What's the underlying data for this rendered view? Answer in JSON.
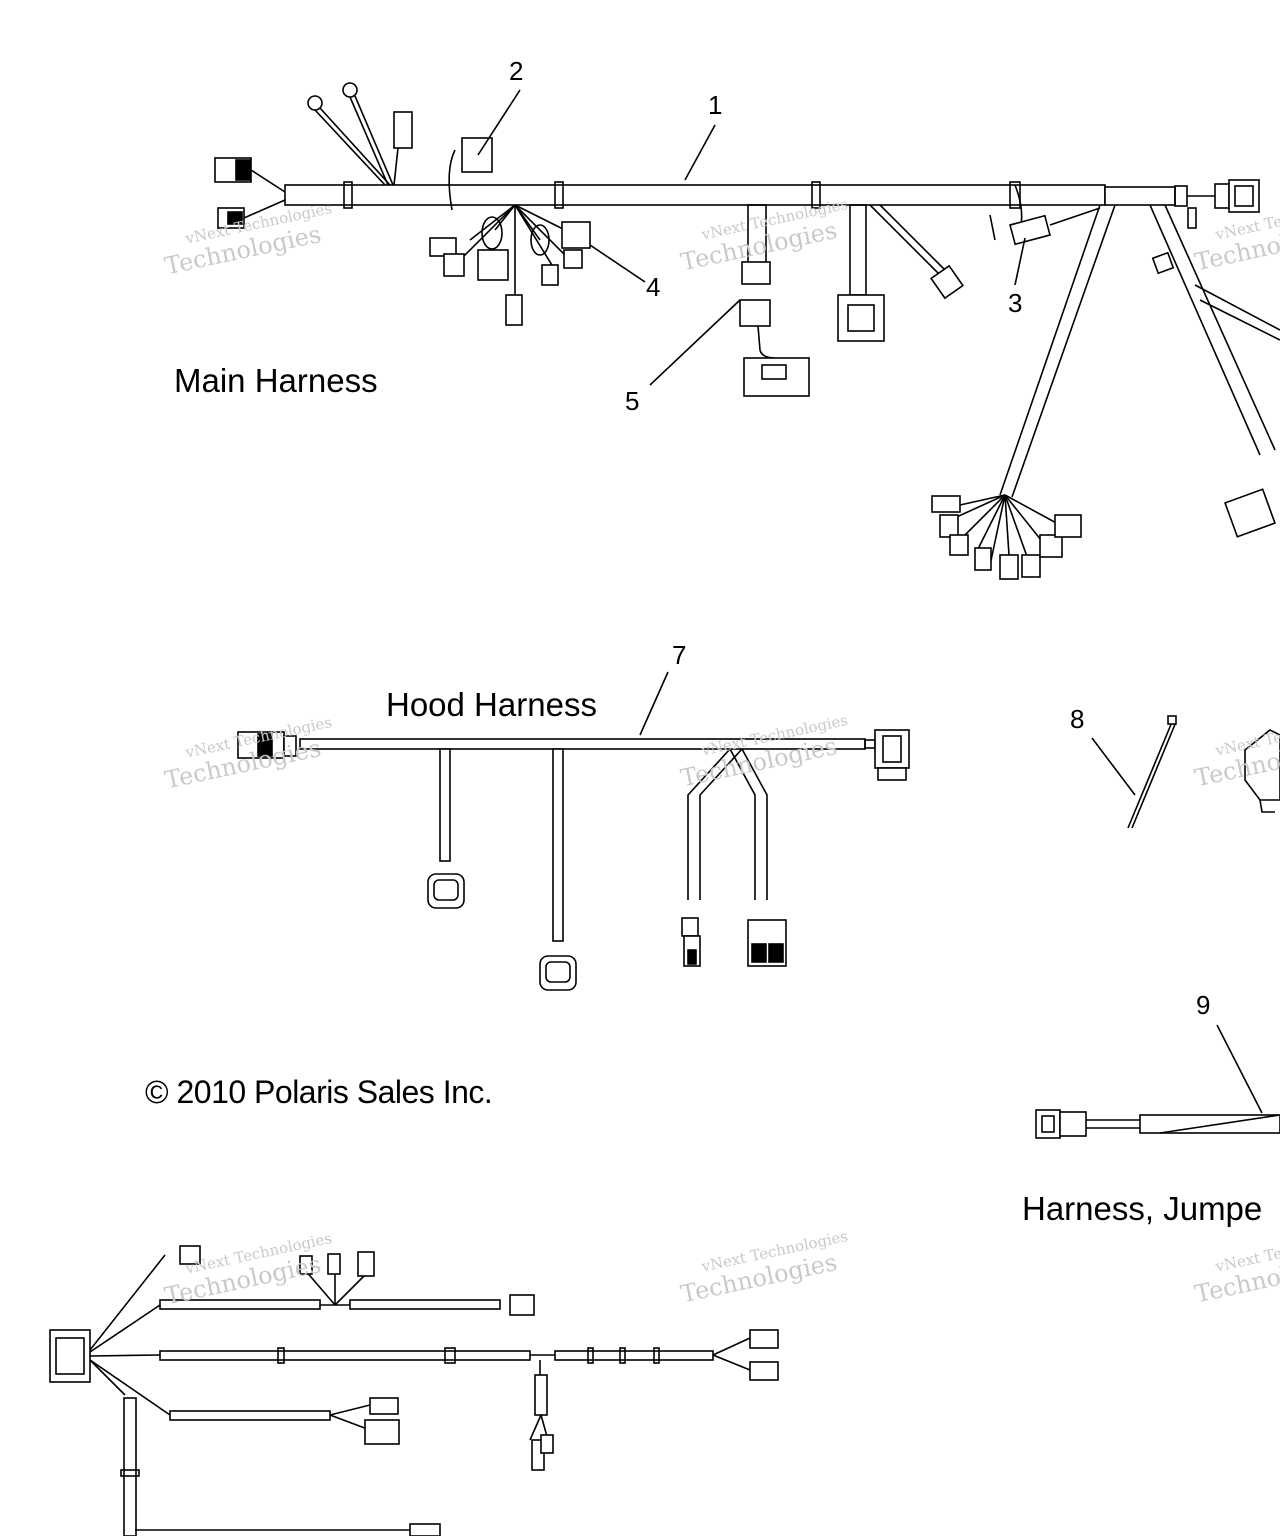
{
  "callouts": {
    "c1": "1",
    "c2": "2",
    "c3": "3",
    "c4": "4",
    "c5": "5",
    "c7": "7",
    "c8": "8",
    "c9": "9"
  },
  "titles": {
    "main": "Main Harness",
    "hood": "Hood Harness",
    "jumper": "Harness, Jumpe"
  },
  "copyright": "© 2010 Polaris Sales Inc.",
  "watermark": {
    "line1": "vNext Technologies",
    "line2": "Technologies"
  },
  "colors": {
    "ink": "#000000",
    "watermark": "#c9c9c9"
  }
}
